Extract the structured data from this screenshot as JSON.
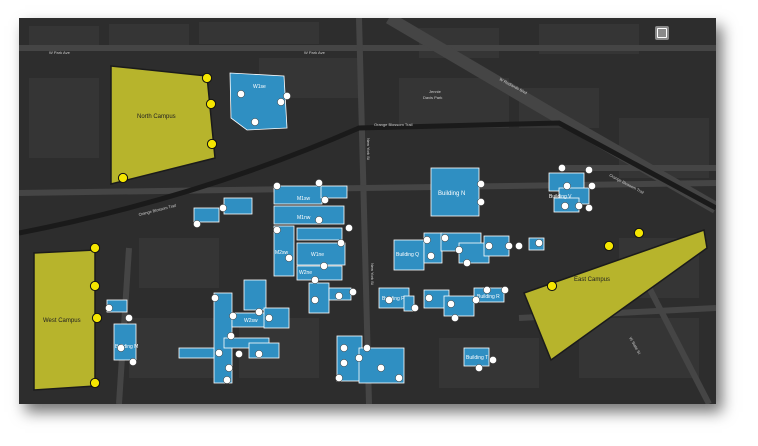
{
  "map": {
    "colors": {
      "background": "#2d2d2d",
      "road": "#454545",
      "major_road": "#1a1a1a",
      "campus_fill": "#b7b42c",
      "building_fill": "#2f8fc2",
      "entrance_icon": "#f5e600"
    },
    "roads": [
      {
        "label": "W Park Ave"
      },
      {
        "label": "W Park Ave"
      },
      {
        "label": "W Redlands Blvd"
      },
      {
        "label": "Orange Blossom Trail"
      },
      {
        "label": "Orange Blossom Trail"
      },
      {
        "label": "Orange Blossom Trail"
      },
      {
        "label": "New York St"
      },
      {
        "label": "New York St"
      },
      {
        "label": "W State St"
      }
    ],
    "poi": {
      "line1": "Jennie",
      "line2": "Davis Park"
    },
    "campuses": [
      {
        "label": "North Campus"
      },
      {
        "label": "West Campus"
      },
      {
        "label": "East Campus"
      }
    ],
    "buildings": [
      {
        "label": "Building N"
      },
      {
        "label": "Building V"
      },
      {
        "label": "Building T"
      },
      {
        "label": "M1sw"
      },
      {
        "label": "M1nw"
      },
      {
        "label": "M2sw"
      },
      {
        "label": "W1ne"
      },
      {
        "label": "W2ne"
      },
      {
        "label": "W2sw"
      },
      {
        "label": "W1se"
      },
      {
        "label": "Building M"
      },
      {
        "label": "Building P"
      },
      {
        "label": "Building Q"
      },
      {
        "label": "Building R"
      }
    ],
    "badge_icon": "layers-icon"
  }
}
